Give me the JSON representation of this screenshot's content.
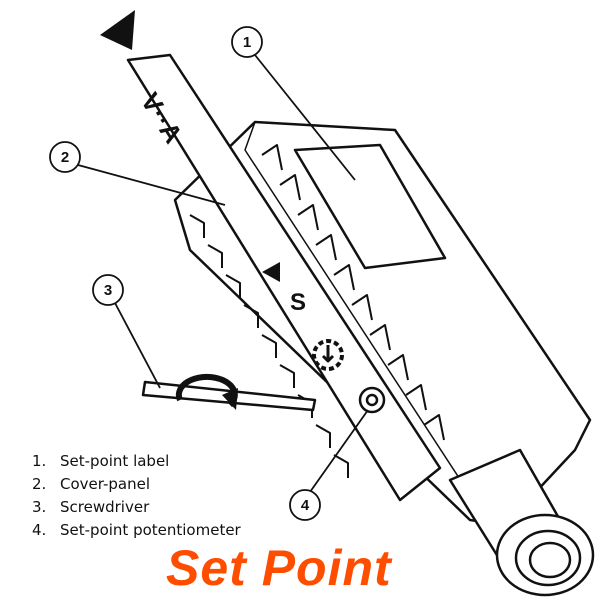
{
  "diagram": {
    "strip_label_top": "V··A",
    "strip_label_mid": "S",
    "callouts": [
      "1",
      "2",
      "3",
      "4"
    ]
  },
  "legend": [
    {
      "num": "1.",
      "text": "Set-point label"
    },
    {
      "num": "2.",
      "text": "Cover-panel"
    },
    {
      "num": "3.",
      "text": "Screwdriver"
    },
    {
      "num": "4.",
      "text": "Set-point potentiometer"
    }
  ],
  "title": "Set Point",
  "colors": {
    "title": "#ff4d00",
    "line": "#111111"
  }
}
